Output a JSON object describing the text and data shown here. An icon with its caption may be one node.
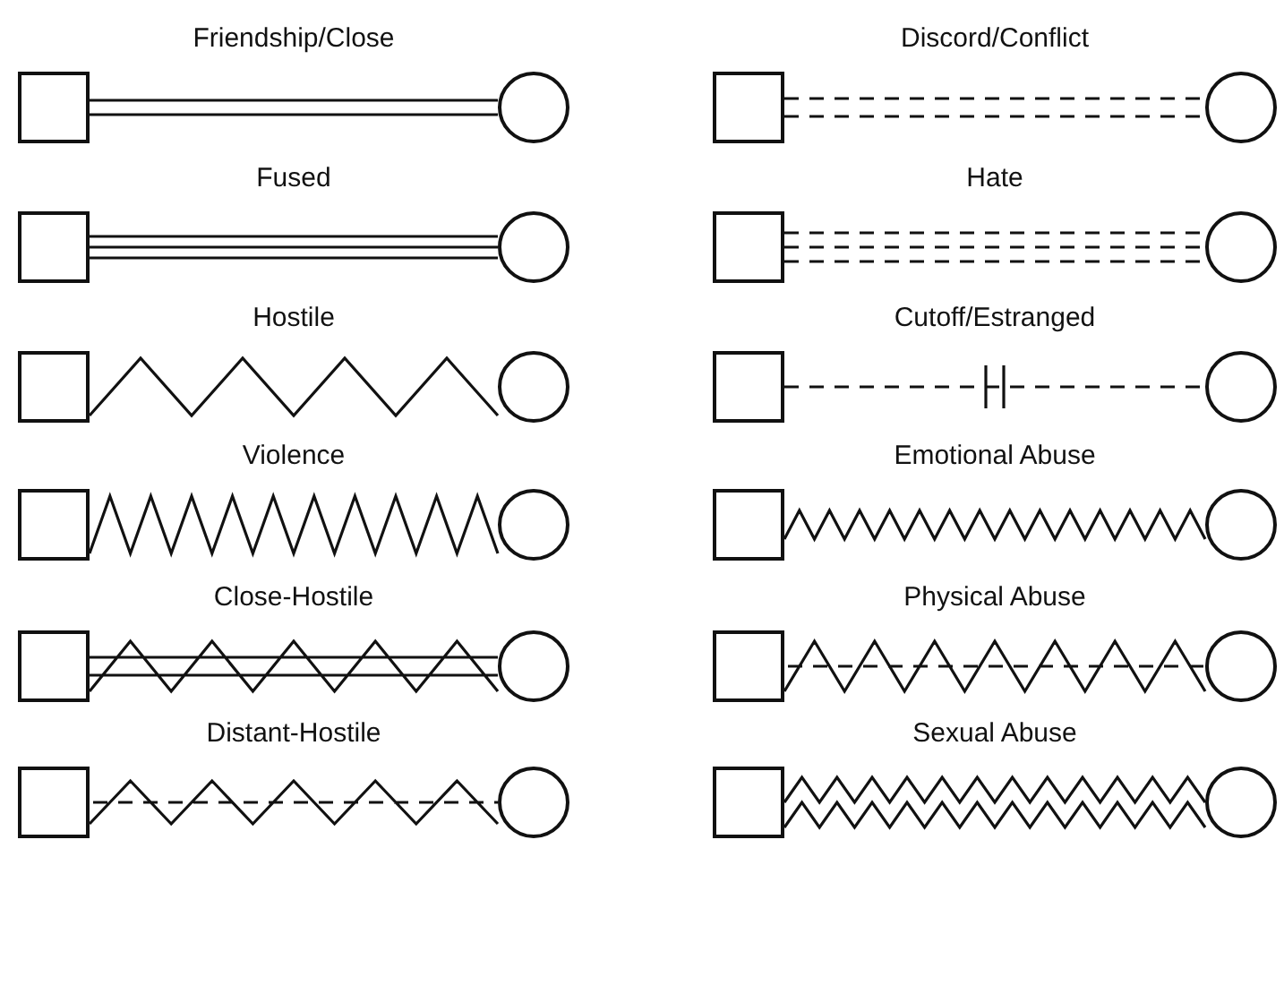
{
  "diagram": {
    "nodes": [
      {
        "text": [],
        "shape": "box"
      },
      {
        "text": [],
        "shape": "circle"
      },
      {
        "text": [],
        "shape": "box"
      },
      {
        "text": [],
        "shape": "circle"
      },
      {
        "text": [],
        "shape": "box"
      },
      {
        "text": [],
        "shape": "circle"
      },
      {
        "text": [],
        "shape": "box"
      },
      {
        "text": [],
        "shape": "circle"
      },
      {
        "text": [],
        "shape": "box"
      },
      {
        "text": [],
        "shape": "circle"
      },
      {
        "text": [],
        "shape": "box"
      },
      {
        "text": [],
        "shape": "circle"
      },
      {
        "text": [],
        "shape": "box"
      },
      {
        "text": [],
        "shape": "circle"
      },
      {
        "text": [],
        "shape": "box"
      },
      {
        "text": [],
        "shape": "circle"
      },
      {
        "text": [],
        "shape": "box"
      },
      {
        "text": [],
        "shape": "circle"
      },
      {
        "text": [],
        "shape": "box"
      },
      {
        "text": [],
        "shape": "circle"
      },
      {
        "text": [],
        "shape": "box"
      },
      {
        "text": [],
        "shape": "circle"
      },
      {
        "text": [],
        "shape": "box"
      },
      {
        "text": [],
        "shape": "circle"
      }
    ],
    "edges": [
      {
        "from": 0,
        "to": 1,
        "arrow": "none",
        "label": "Friendship/Close"
      },
      {
        "from": 2,
        "to": 3,
        "arrow": "none",
        "label": "Discord/Conflict",
        "style": "dashed"
      },
      {
        "from": 4,
        "to": 5,
        "arrow": "none",
        "label": "Fused"
      },
      {
        "from": 6,
        "to": 7,
        "arrow": "none",
        "label": "Hate",
        "style": "dashed"
      },
      {
        "from": 8,
        "to": 9,
        "arrow": "none",
        "label": "Hostile"
      },
      {
        "from": 10,
        "to": 11,
        "arrow": "none",
        "label": "Cutoff/Estranged",
        "style": "dashed"
      },
      {
        "from": 12,
        "to": 13,
        "arrow": "none",
        "label": "Violence"
      },
      {
        "from": 14,
        "to": 15,
        "arrow": "none",
        "label": "Emotional Abuse"
      },
      {
        "from": 16,
        "to": 17,
        "arrow": "none",
        "label": "Close-Hostile"
      },
      {
        "from": 18,
        "to": 19,
        "arrow": "none",
        "label": "Physical Abuse"
      },
      {
        "from": 20,
        "to": 21,
        "arrow": "none",
        "label": "Distant-Hostile"
      },
      {
        "from": 22,
        "to": 23,
        "arrow": "none",
        "label": "Sexual Abuse"
      }
    ]
  }
}
